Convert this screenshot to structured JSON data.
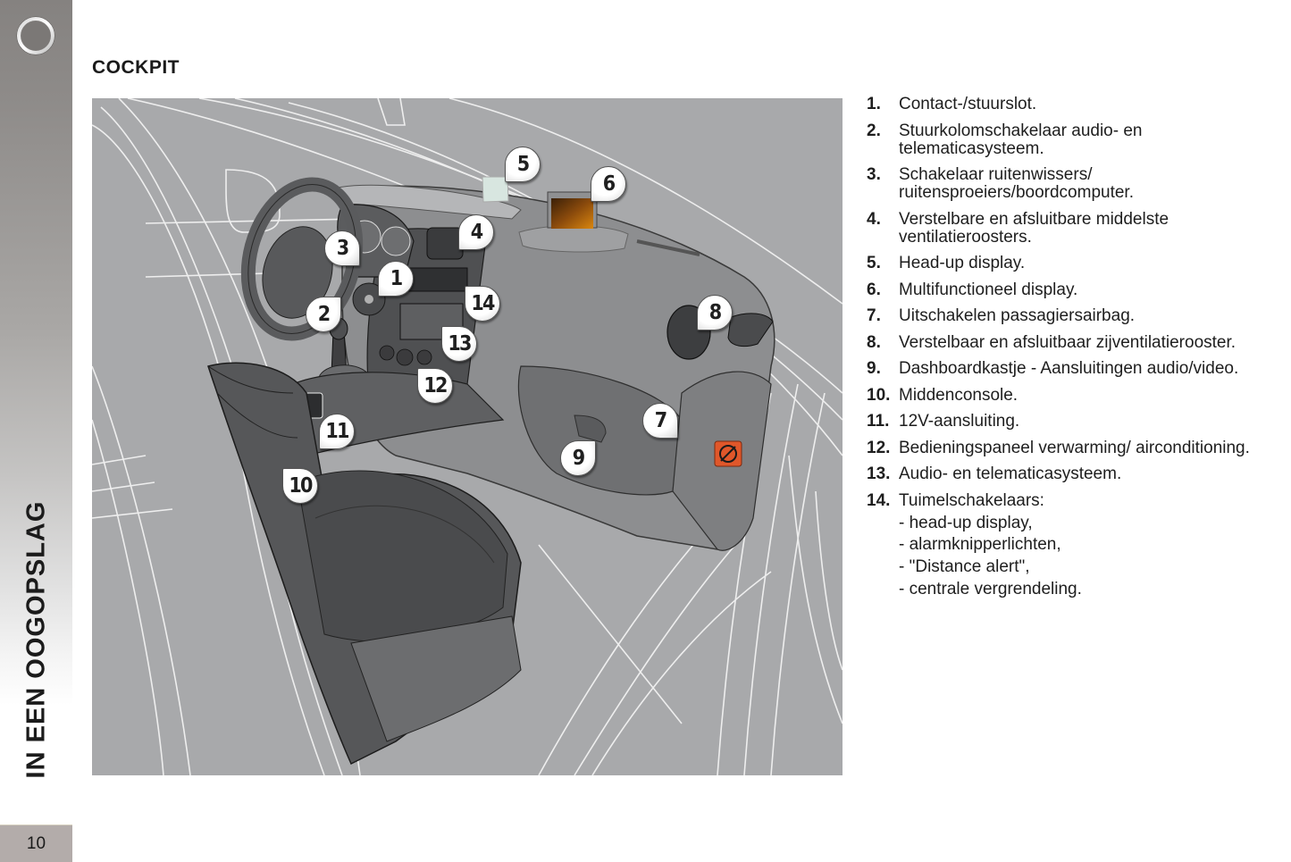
{
  "sidebar": {
    "section_label": "IN EEN OOGOPSLAG",
    "page_number": "10"
  },
  "header": {
    "title": "COCKPIT"
  },
  "illustration": {
    "description": "Cockpit interior illustration with numbered callouts",
    "callouts": [
      "1",
      "2",
      "3",
      "4",
      "5",
      "6",
      "7",
      "8",
      "9",
      "10",
      "11",
      "12",
      "13",
      "14"
    ]
  },
  "legend": {
    "items": [
      {
        "num": "1.",
        "text": "Contact-/stuurslot."
      },
      {
        "num": "2.",
        "text": "Stuurkolomschakelaar audio- en telematicasysteem."
      },
      {
        "num": "3.",
        "text": "Schakelaar ruitenwissers/ ruitensproeiers/boordcomputer."
      },
      {
        "num": "4.",
        "text": "Verstelbare en afsluitbare middelste ventilatieroosters."
      },
      {
        "num": "5.",
        "text": "Head-up display."
      },
      {
        "num": "6.",
        "text": "Multifunctioneel display."
      },
      {
        "num": "7.",
        "text": "Uitschakelen passagiersairbag."
      },
      {
        "num": "8.",
        "text": "Verstelbaar en afsluitbaar zijventilatierooster."
      },
      {
        "num": "9.",
        "text": "Dashboardkastje - Aansluitingen audio/video."
      },
      {
        "num": "10.",
        "text": "Middenconsole."
      },
      {
        "num": "11.",
        "text": "12V-aansluiting."
      },
      {
        "num": "12.",
        "text": "Bedieningspaneel verwarming/ airconditioning."
      },
      {
        "num": "13.",
        "text": "Audio- en telematicasysteem."
      },
      {
        "num": "14.",
        "text": "Tuimelschakelaars:",
        "sub": [
          "- head-up display,",
          "- alarmknipperlichten,",
          "- \"Distance alert\",",
          "- centrale vergrendeling."
        ]
      }
    ]
  },
  "colors": {
    "illustration_bg": "#a8a9ab",
    "page_number_bg": "#b3acaa",
    "display_screen": "#8a4a0c",
    "airbag_warning": "#e0572a"
  }
}
